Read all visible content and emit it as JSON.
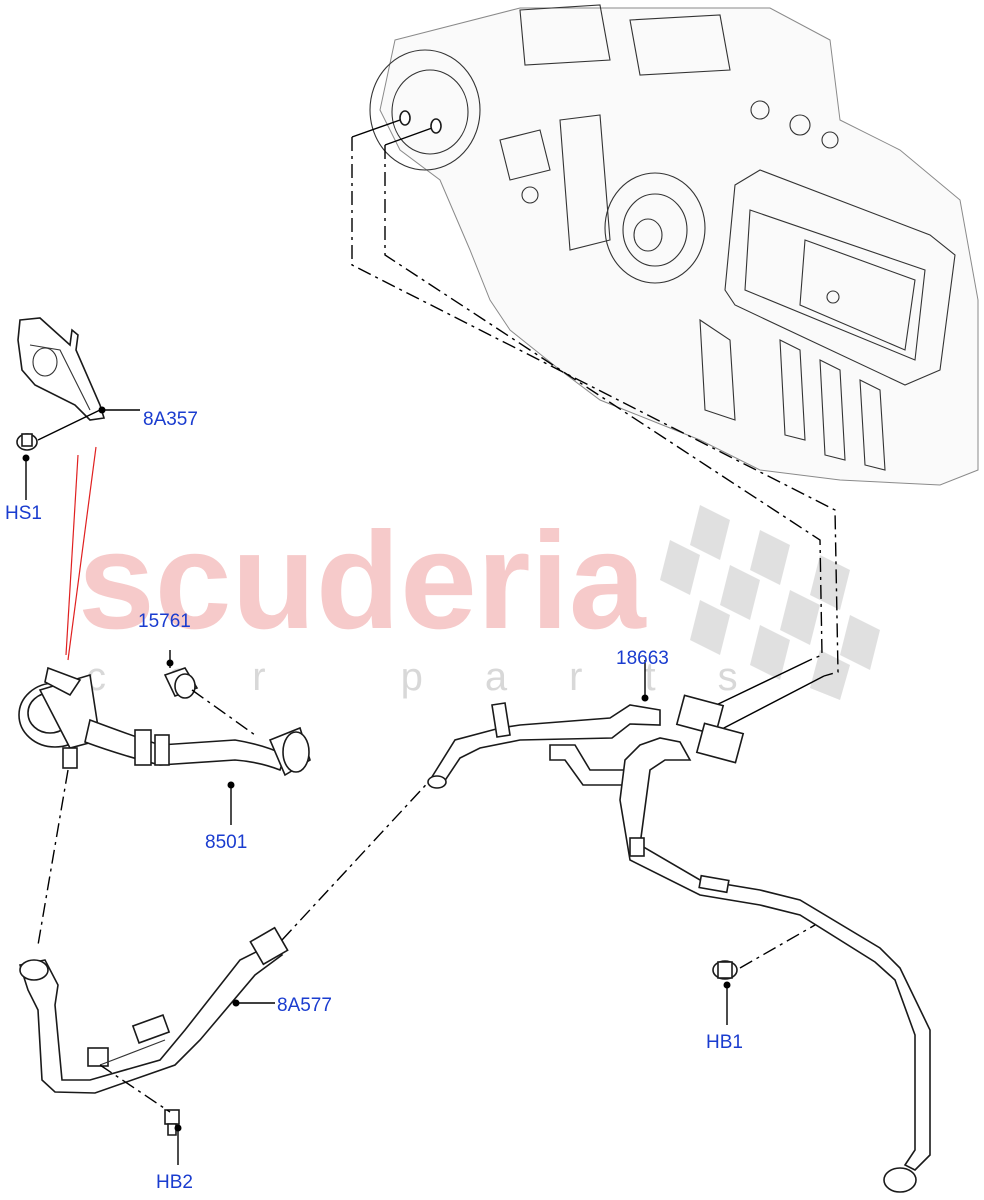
{
  "watermark": {
    "brand": "scuderia",
    "tagline": "car parts"
  },
  "labels": {
    "part_8A357": "8A357",
    "part_HS1": "HS1",
    "part_15761": "15761",
    "part_18663": "18663",
    "part_8501": "8501",
    "part_8A577": "8A577",
    "part_HB1": "HB1",
    "part_HB2": "HB2"
  },
  "colors": {
    "label_text": "#1a3ccf",
    "line": "#000000",
    "leader_red": "#e02020",
    "watermark_red": "#f3b9b9",
    "watermark_grey": "#d8d8d8"
  }
}
